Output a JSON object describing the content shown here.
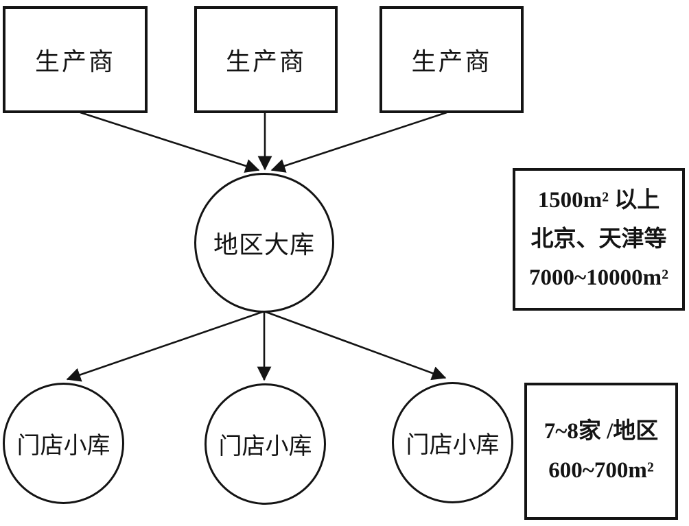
{
  "diagram": {
    "title": "warehouse-distribution-network",
    "producers": [
      {
        "label": "生产商"
      },
      {
        "label": "生产商"
      },
      {
        "label": "生产商"
      }
    ],
    "hub": {
      "label": "地区大库"
    },
    "stores": [
      {
        "label": "门店小库"
      },
      {
        "label": "门店小库"
      },
      {
        "label": "门店小库"
      }
    ],
    "annotations": {
      "hub_note": {
        "lines": [
          "1500m² 以上",
          "北京、天津等",
          "7000~10000m²"
        ]
      },
      "store_note": {
        "lines": [
          "7~8家 /地区",
          "600~700m²"
        ]
      }
    },
    "colors": {
      "stroke": "#141414",
      "background": "#ffffff"
    }
  }
}
